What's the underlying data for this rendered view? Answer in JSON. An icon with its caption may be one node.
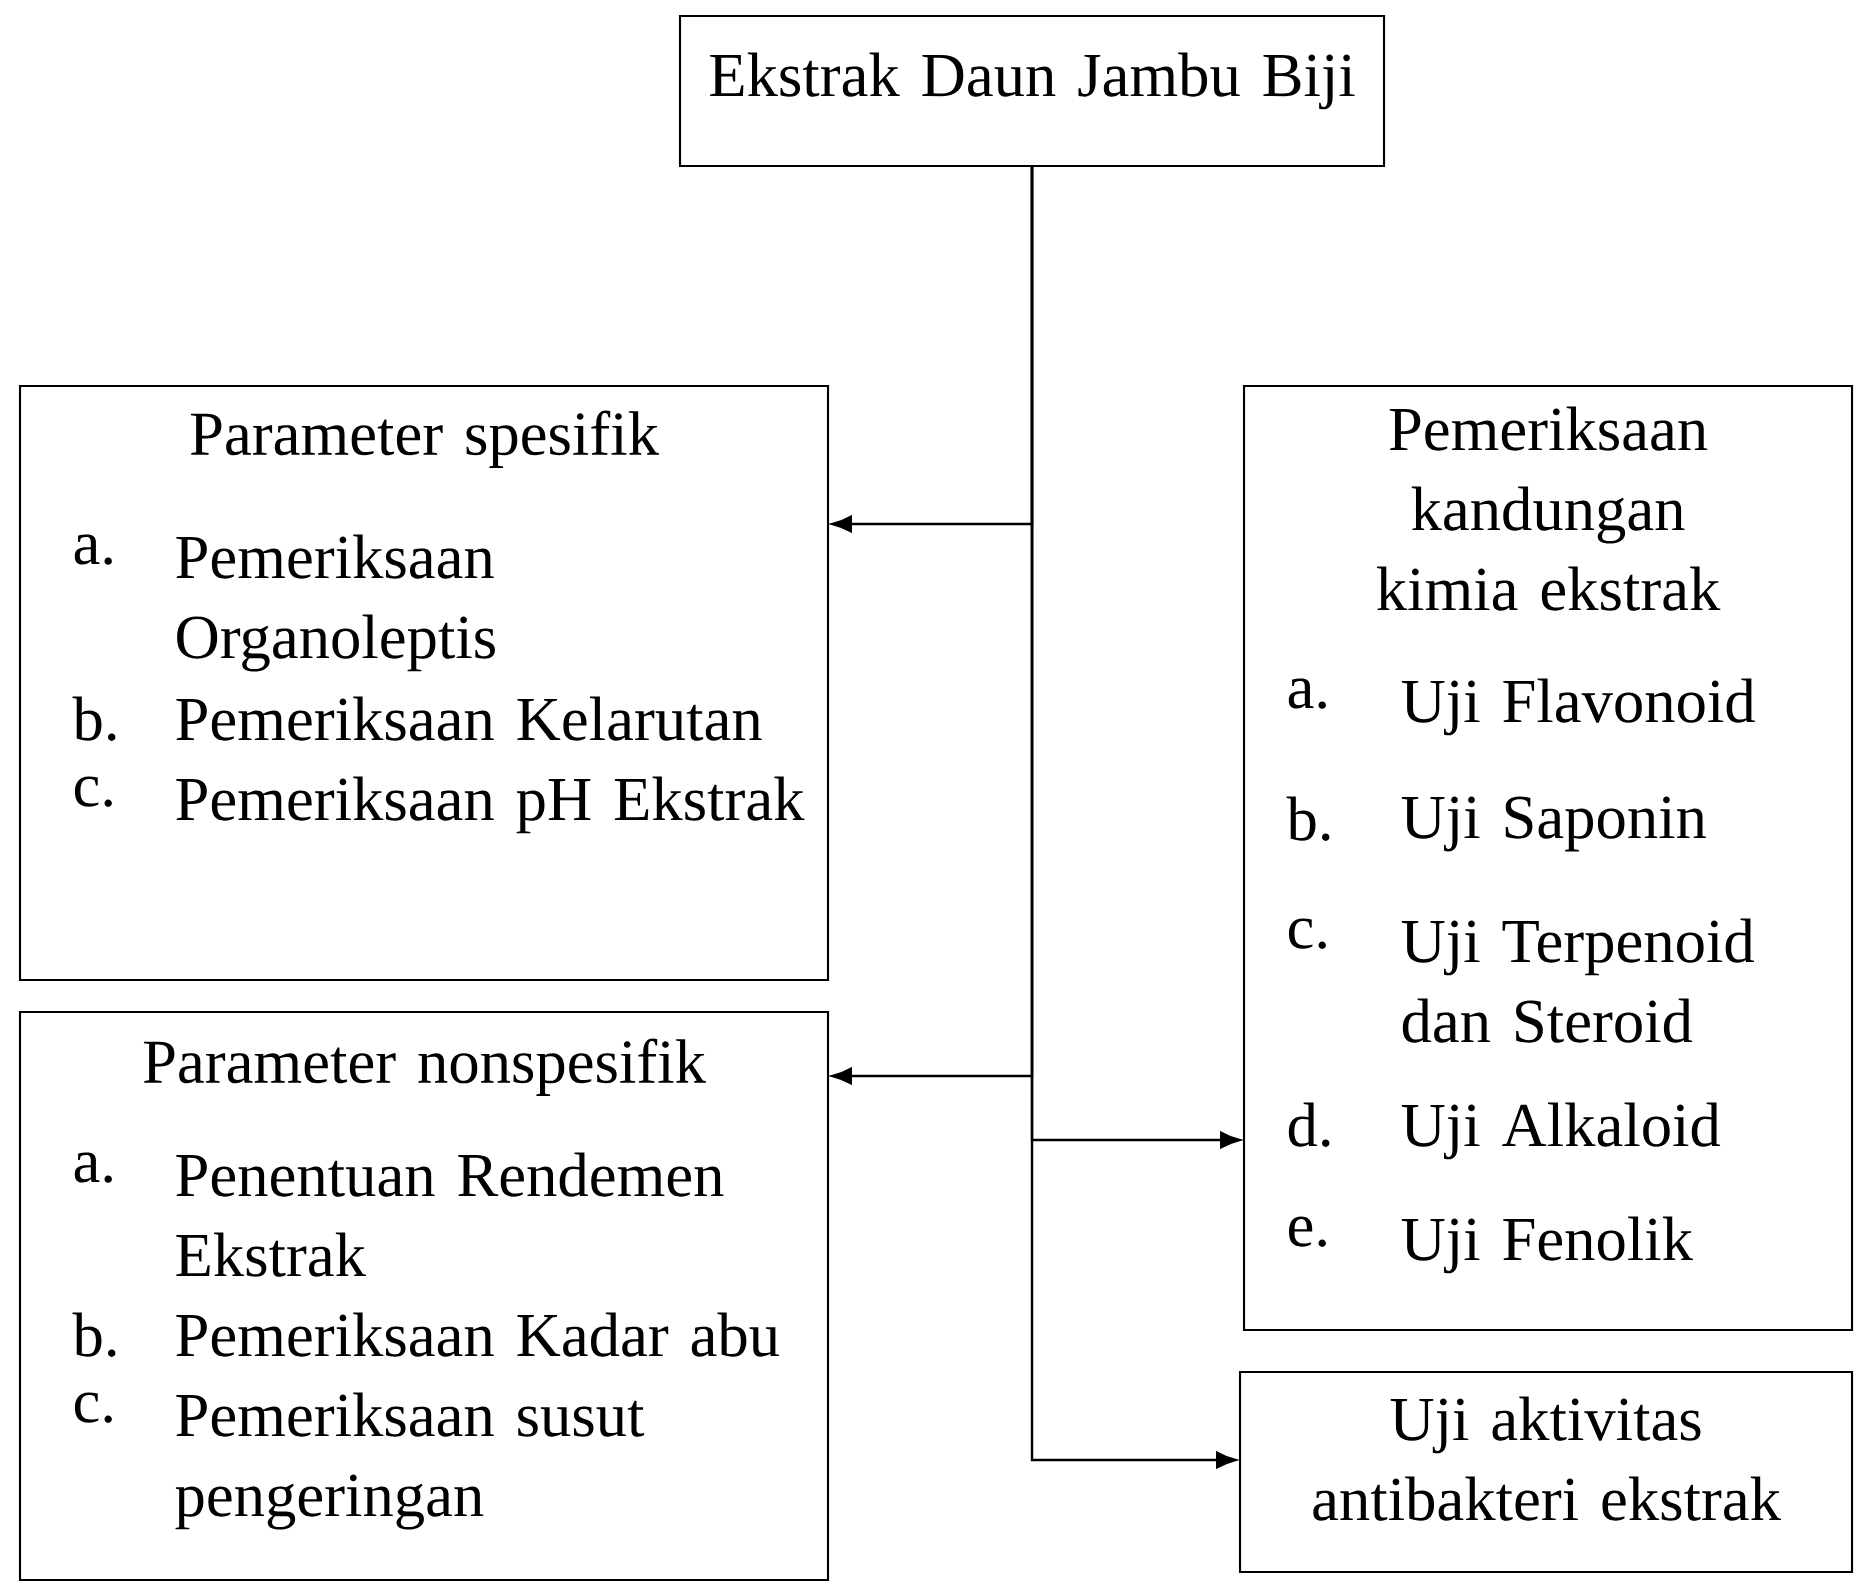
{
  "diagram": {
    "nodes": [
      {
        "text": [
          "Ekstrak Daun Jambu Biji"
        ]
      },
      {
        "text": [
          "Parameter spesifik",
          "a.",
          "Pemeriksaan Organoleptis",
          "b.",
          "Pemeriksaan Kelarutan",
          "c.",
          "Pemeriksaan pH Ekstrak"
        ]
      },
      {
        "text": [
          "Parameter nonspesifik",
          "a.",
          "Penentuan Rendemen Ekstrak",
          "b.",
          "Pemeriksaan Kadar abu",
          "c.",
          "Pemeriksaan susut pengeringan"
        ]
      },
      {
        "text": [
          "Pemeriksaan kandungan kimia ekstrak",
          "a.",
          "Uji Flavonoid",
          "b.",
          "Uji Saponin",
          "c.",
          "Uji Terpenoid dan Steroid",
          "d.",
          "Uji Alkaloid",
          "e.",
          "Uji Fenolik"
        ]
      },
      {
        "text": [
          "Uji aktivitas antibakteri ekstrak"
        ]
      }
    ],
    "edges": [
      {
        "from": 0,
        "to": 1,
        "arrow": "to"
      },
      {
        "from": 0,
        "to": 2,
        "arrow": "to"
      },
      {
        "from": 0,
        "to": 3,
        "arrow": "to"
      },
      {
        "from": 0,
        "to": 4,
        "arrow": "to"
      }
    ]
  }
}
